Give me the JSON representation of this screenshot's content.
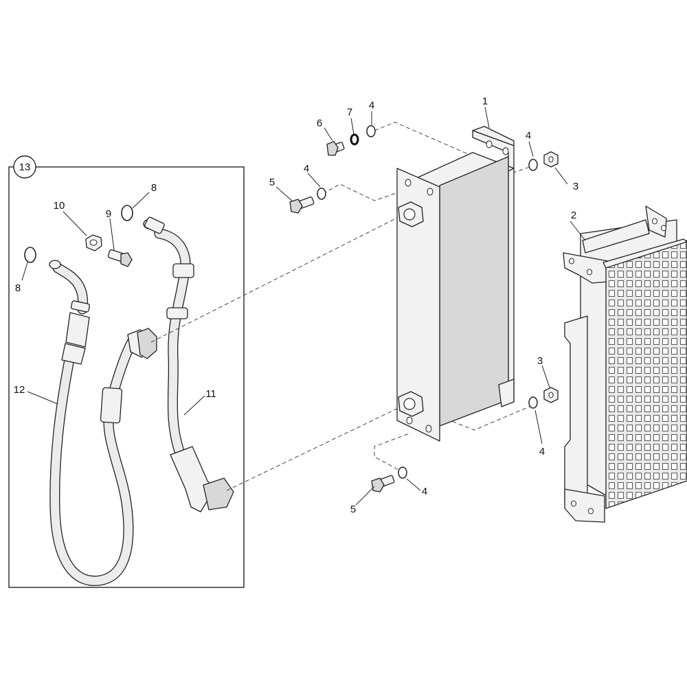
{
  "diagram": {
    "callouts": {
      "c1": "1",
      "c2": "2",
      "c3a": "3",
      "c3b": "3",
      "c4a": "4",
      "c4b": "4",
      "c4c": "4",
      "c4d": "4",
      "c4e": "4",
      "c5a": "5",
      "c5b": "5",
      "c6": "6",
      "c7": "7",
      "c8a": "8",
      "c8b": "8",
      "c9": "9",
      "c10": "10",
      "c11": "11",
      "c12": "12",
      "c13": "13"
    }
  }
}
